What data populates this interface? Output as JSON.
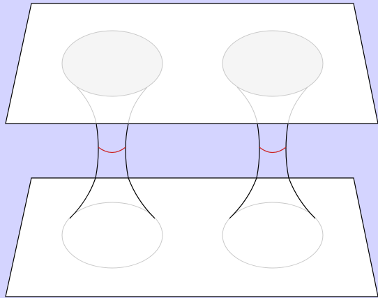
{
  "colors": {
    "background": "#d4d4ff",
    "sheet_fill": "#ffffff",
    "sheet_edge": "#000000",
    "disc_fill": "#f5f5f5",
    "hidden_line": "#c8c8c8",
    "waist_curve": "#cc2222"
  },
  "sheets": [
    "upper-sheet",
    "lower-sheet"
  ],
  "wormholes": [
    "left-wormhole",
    "right-wormhole"
  ]
}
